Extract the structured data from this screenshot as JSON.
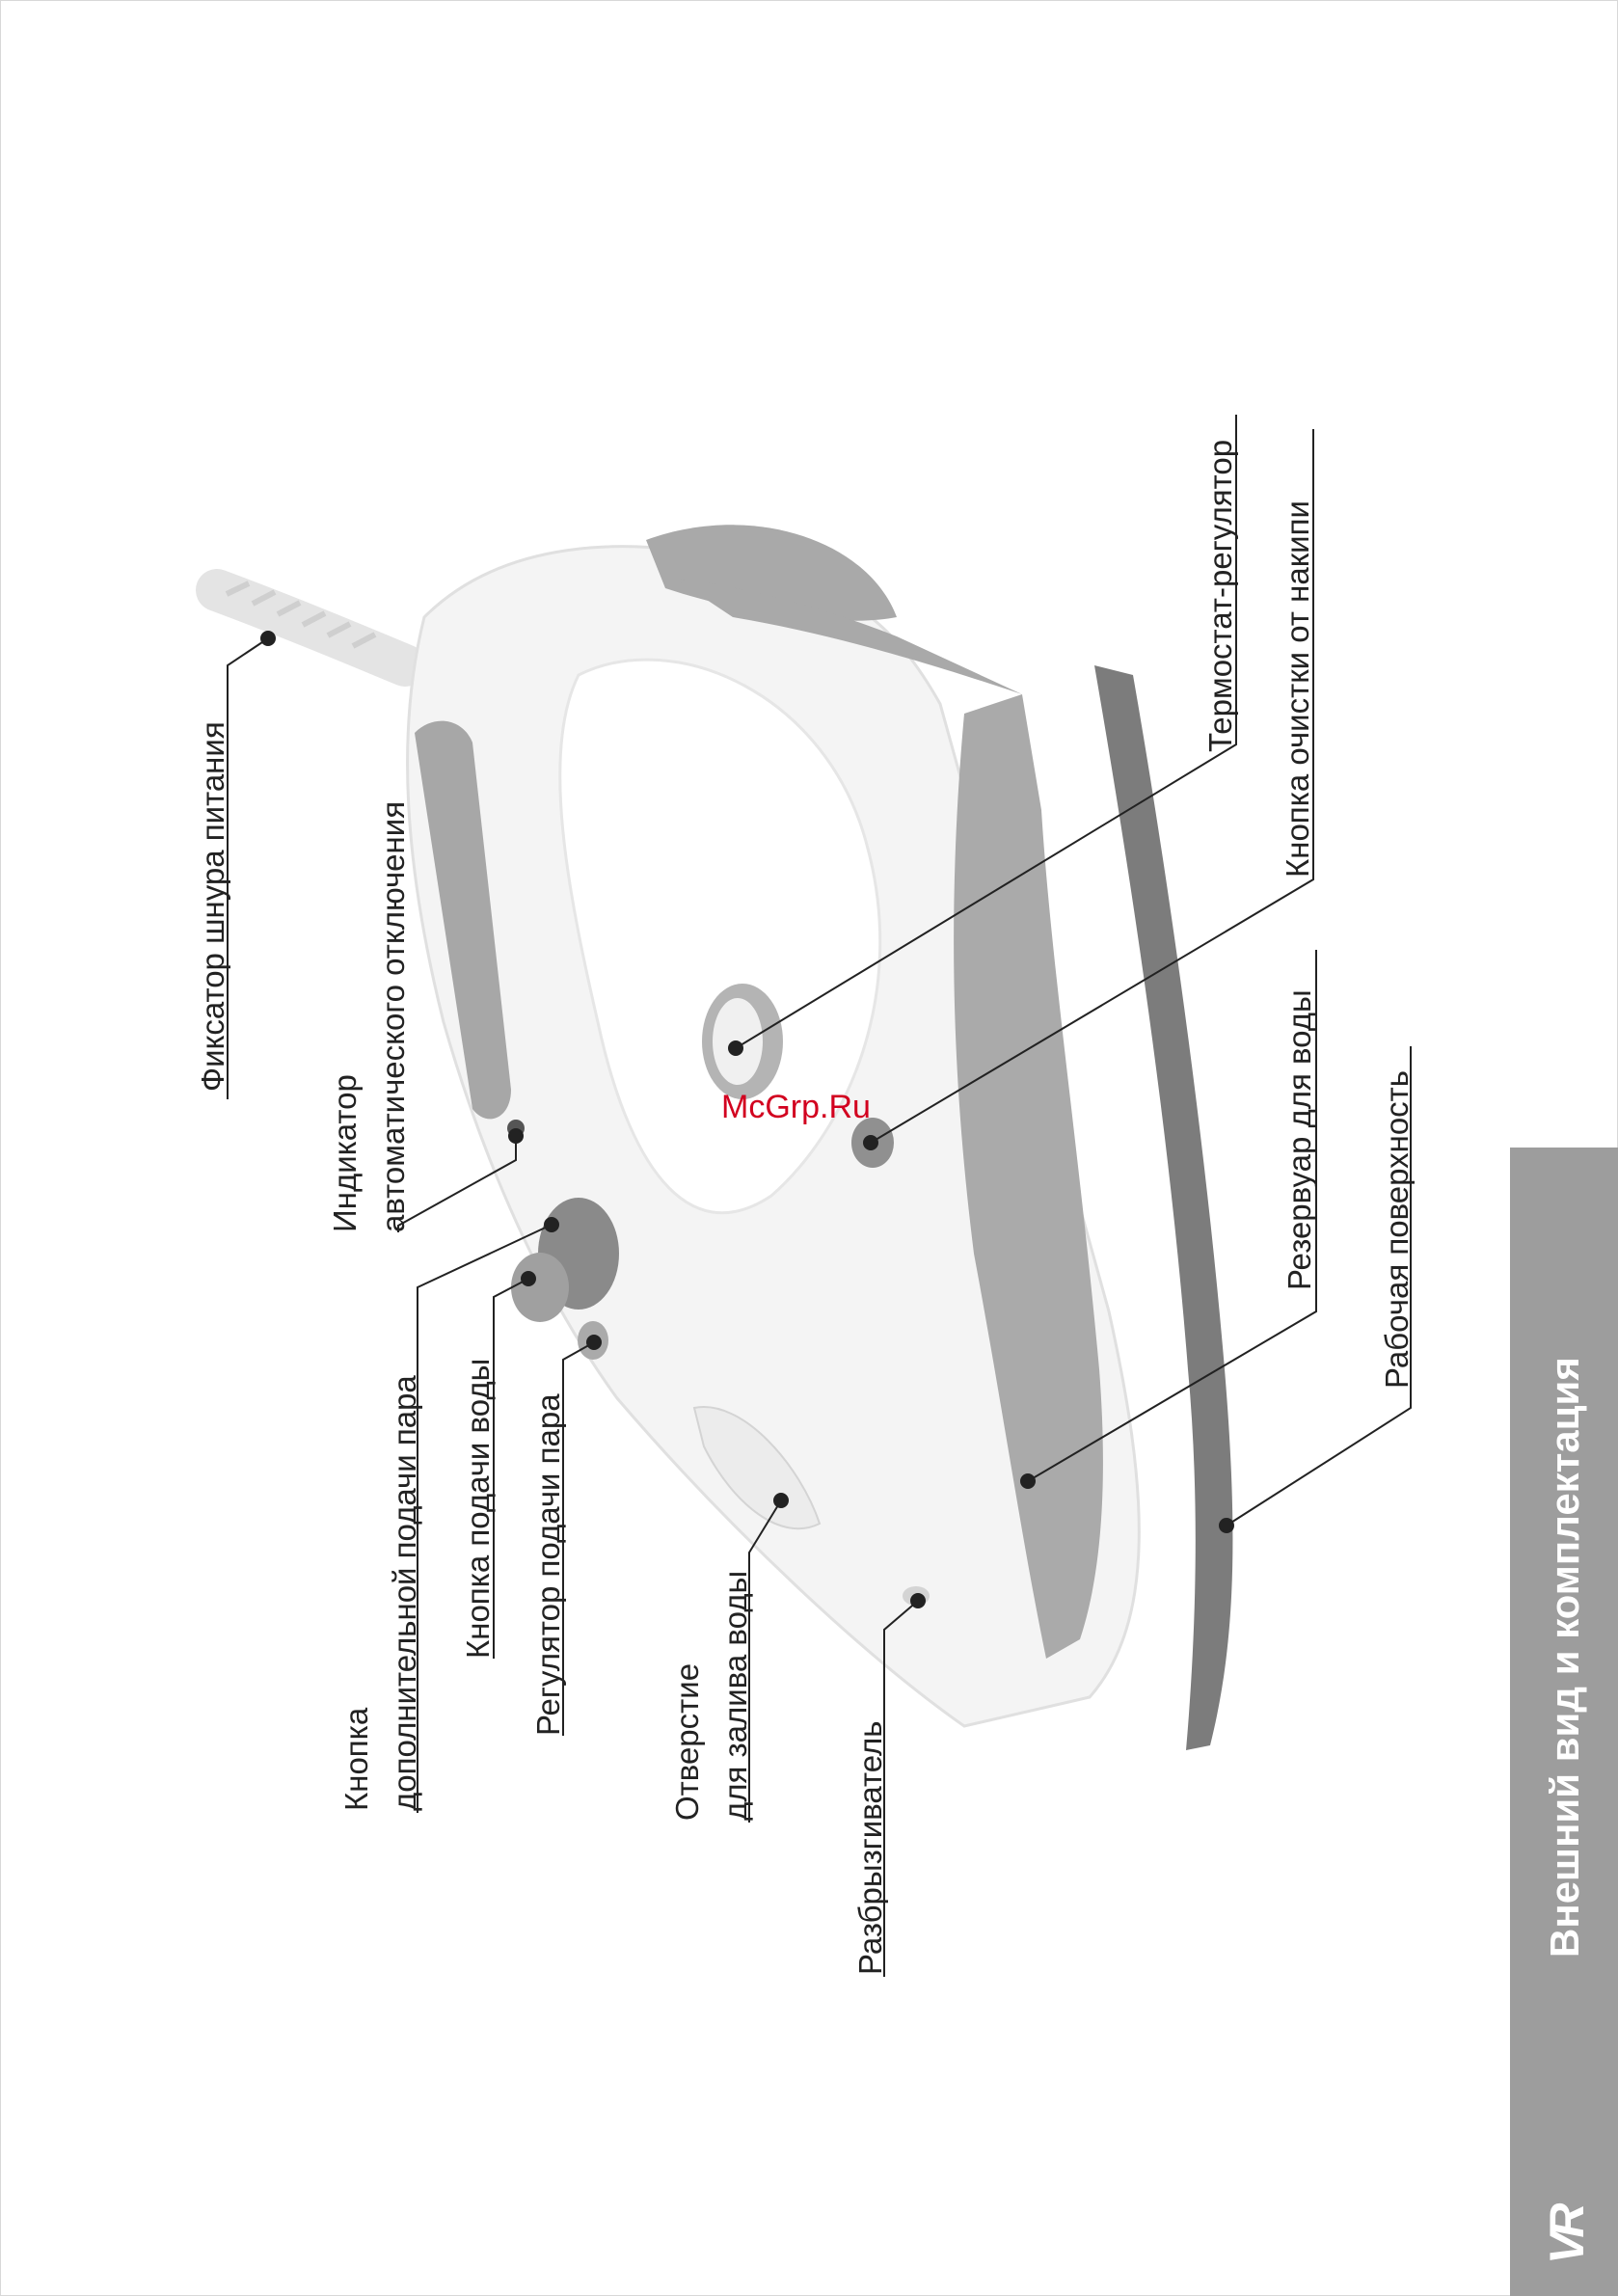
{
  "labels": {
    "cord_fixer": "Фиксатор шнура питания",
    "auto_off_indicator": [
      "Индикатор",
      "автоматического отключения"
    ],
    "extra_steam_button": [
      "Кнопка",
      "дополнительной подачи пара"
    ],
    "water_spray_button": "Кнопка подачи воды",
    "steam_regulator": "Регулятор подачи пара",
    "water_inlet": [
      "Отверстие",
      "для залива воды"
    ],
    "sprayer": "Разбрызгиватель",
    "thermostat": "Термостат-регулятор",
    "descale_button": "Кнопка очистки от накипи",
    "water_tank": "Резервуар для воды",
    "soleplate": "Рабочая поверхность"
  },
  "side_band": {
    "title": "Внешний вид и комплектация",
    "logo": "VR"
  },
  "watermark": "McGrp.Ru",
  "colors": {
    "band": "#9d9d9d",
    "iron_accent": "#a9a9a9",
    "soleplate": "#7c7c7c",
    "watermark": "#d2001f"
  }
}
